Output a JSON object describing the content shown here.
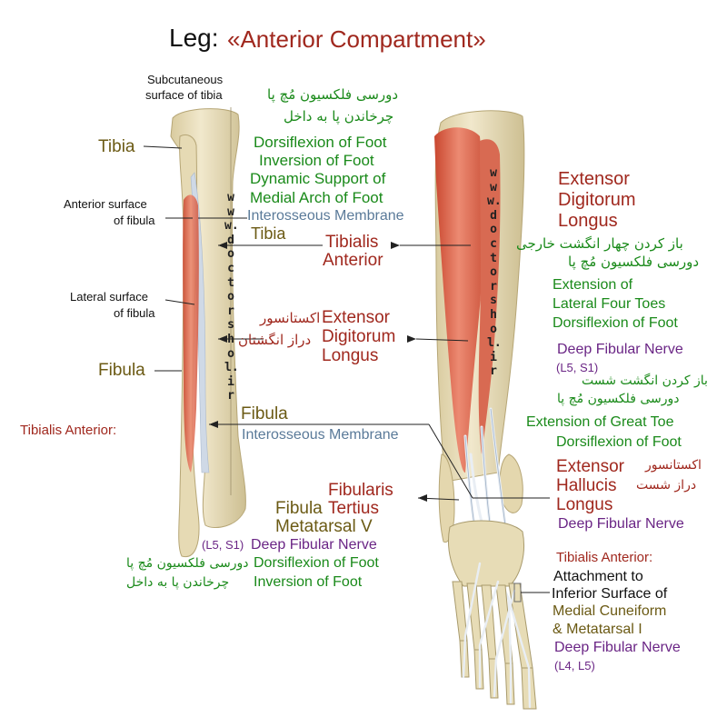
{
  "title": {
    "prefix": "Leg:",
    "main": "«Anterior Compartment»"
  },
  "watermark": "www.doctorshol.ir",
  "left": {
    "subcutaneous": [
      "Subcutaneous",
      "surface of tibia"
    ],
    "tibia": "Tibia",
    "anterior_surface": [
      "Anterior surface",
      "of fibula"
    ],
    "lateral_surface": [
      "Lateral surface",
      "of fibula"
    ],
    "fibula": "Fibula",
    "tibialis_anterior_note": "Tibialis Anterior:"
  },
  "center": {
    "ta_actions_fa": [
      "دورسی فلکسیون مُچ پا",
      "چرخاندن پا به داخل"
    ],
    "ta_actions_en": [
      "Dorsiflexion of Foot",
      "Inversion of Foot",
      "Dynamic Support of",
      "Medial Arch of Foot"
    ],
    "interosseous_1": "Interosseous Membrane",
    "tibia_2": "Tibia",
    "tibialis_anterior": [
      "Tibialis",
      "Anterior"
    ],
    "edl_fa": [
      "اکستانسور",
      "دراز انگشتان"
    ],
    "edl": [
      "Extensor",
      "Digitorum",
      "Longus"
    ],
    "fibula_2": "Fibula",
    "interosseous_2": "Interosseous Membrane",
    "fibularis_tertius": [
      "Fibularis",
      "Tertius"
    ],
    "fibula_3": "Fibula",
    "metatarsal_v": "Metatarsal V",
    "ft_nerve_root": "(L5, S1)",
    "ft_nerve": "Deep Fibular Nerve",
    "ft_actions_en": [
      "Dorsiflexion of Foot",
      "Inversion of Foot"
    ],
    "ft_actions_fa": [
      "دورسی فلکسیون مُچ پا",
      "چرخاندن پا به داخل"
    ]
  },
  "right": {
    "edl": [
      "Extensor",
      "Digitorum",
      "Longus"
    ],
    "edl_fa": [
      "باز کردن چهار انگشت خارجی",
      "دورسی فلکسیون مُچ پا"
    ],
    "edl_actions_en": [
      "Extension of",
      "Lateral Four Toes",
      "Dorsiflexion of Foot"
    ],
    "edl_nerve": "Deep Fibular Nerve",
    "edl_root": "(L5, S1)",
    "ehl_fa": [
      "باز کردن انگشت شست",
      "دورسی فلکسیون مُچ پا"
    ],
    "ehl_actions_en": [
      "Extension of Great Toe",
      "Dorsiflexion of Foot"
    ],
    "ehl": [
      "Extensor",
      "Hallucis",
      "Longus"
    ],
    "ehl_fa_name": [
      "اکستانسور",
      "دراز شست"
    ],
    "ehl_nerve": "Deep Fibular Nerve",
    "ta_heading": "Tibialis Anterior:",
    "ta_attach": [
      "Attachment to",
      "Inferior Surface of"
    ],
    "ta_bones": [
      "Medial Cuneiform",
      "& Metatarsal I"
    ],
    "ta_nerve": "Deep Fibular Nerve",
    "ta_root": "(L4, L5)"
  },
  "colors": {
    "bone": "#ebe1c0",
    "bone_shadow": "#c9bc8f",
    "muscle": "#d9604a",
    "muscle_light": "#ec8f78",
    "membrane": "#cfd9e6",
    "tendon": "#e9eef4"
  }
}
